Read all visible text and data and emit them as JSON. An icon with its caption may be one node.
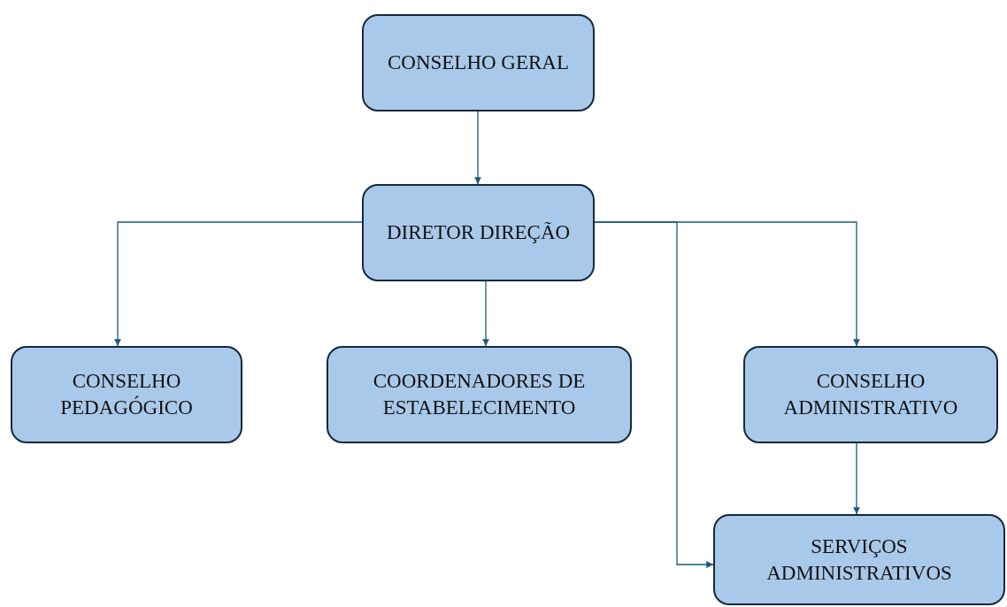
{
  "diagram": {
    "nodes": [
      {
        "text": [
          "CONSELHO GERAL"
        ]
      },
      {
        "text": [
          "DIRETOR DIREÇÃO"
        ]
      },
      {
        "text": [
          "CONSELHO PEDAGÓGICO"
        ]
      },
      {
        "text": [
          "COORDENADORES DE ESTABELECIMENTO"
        ]
      },
      {
        "text": [
          "CONSELHO ADMINISTRATIVO"
        ]
      },
      {
        "text": [
          "SERVIÇOS ADMINISTRATIVOS"
        ]
      }
    ],
    "edges": [
      {
        "from": 0,
        "to": 1,
        "arrow": "to"
      },
      {
        "from": 1,
        "to": 2,
        "arrow": "to"
      },
      {
        "from": 1,
        "to": 3,
        "arrow": "to"
      },
      {
        "from": 1,
        "to": 4,
        "arrow": "to"
      },
      {
        "from": 1,
        "to": 5,
        "arrow": "to"
      },
      {
        "from": 4,
        "to": 5,
        "arrow": "to"
      }
    ]
  }
}
